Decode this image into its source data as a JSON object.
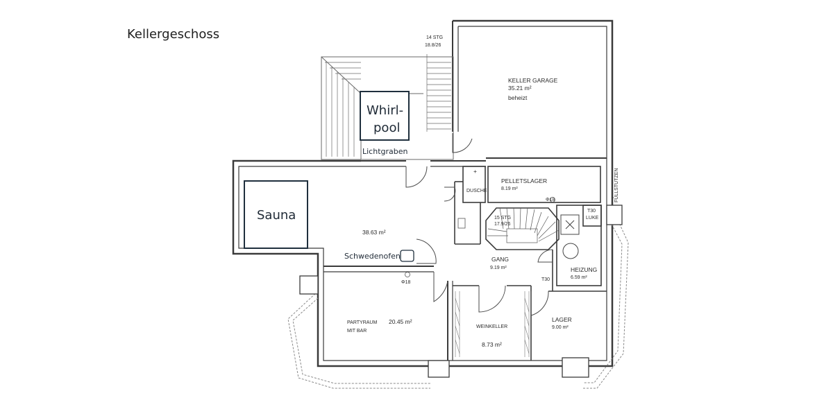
{
  "title": "Kellergeschoss",
  "rooms": {
    "garage": {
      "name": "KELLER GARAGE",
      "area": "35.21 m²",
      "note": "beheizt"
    },
    "pelletslager": {
      "name": "PELLETSLAGER",
      "area": "8.19 m²"
    },
    "dusche": {
      "name": "DUSCHE"
    },
    "main": {
      "area": "38.63 m²"
    },
    "gang": {
      "name": "GANG",
      "area": "9.19 m²"
    },
    "heizung": {
      "name": "HEIZUNG",
      "area": "6.59 m²"
    },
    "partyraum": {
      "name1": "PARTYRAUM",
      "name2": "MIT BAR",
      "area": "20.45 m²"
    },
    "weinkeller": {
      "name": "WEINKELLER",
      "area": "8.73 m²"
    },
    "lager": {
      "name": "LAGER",
      "area": "9.00 m²"
    }
  },
  "stairs": {
    "outer": {
      "steps": "14 STG",
      "ratio": "18.8/26"
    },
    "inner": {
      "steps": "15 STG",
      "ratio": "17.9/26"
    }
  },
  "overlays": {
    "whirlpool_line1": "Whirl-",
    "whirlpool_line2": "pool",
    "lichtgraben": "Lichtgraben",
    "sauna": "Sauna",
    "schwedenofen": "Schwedenofen"
  },
  "annotations": {
    "t30_luke": "T30",
    "luke": "LUKE",
    "t30_door": "T30",
    "diameter_1": "Φ18",
    "diameter_2": "Φ18",
    "fullstutzen": "FÜLLSTUTZEN",
    "plus": "+"
  }
}
